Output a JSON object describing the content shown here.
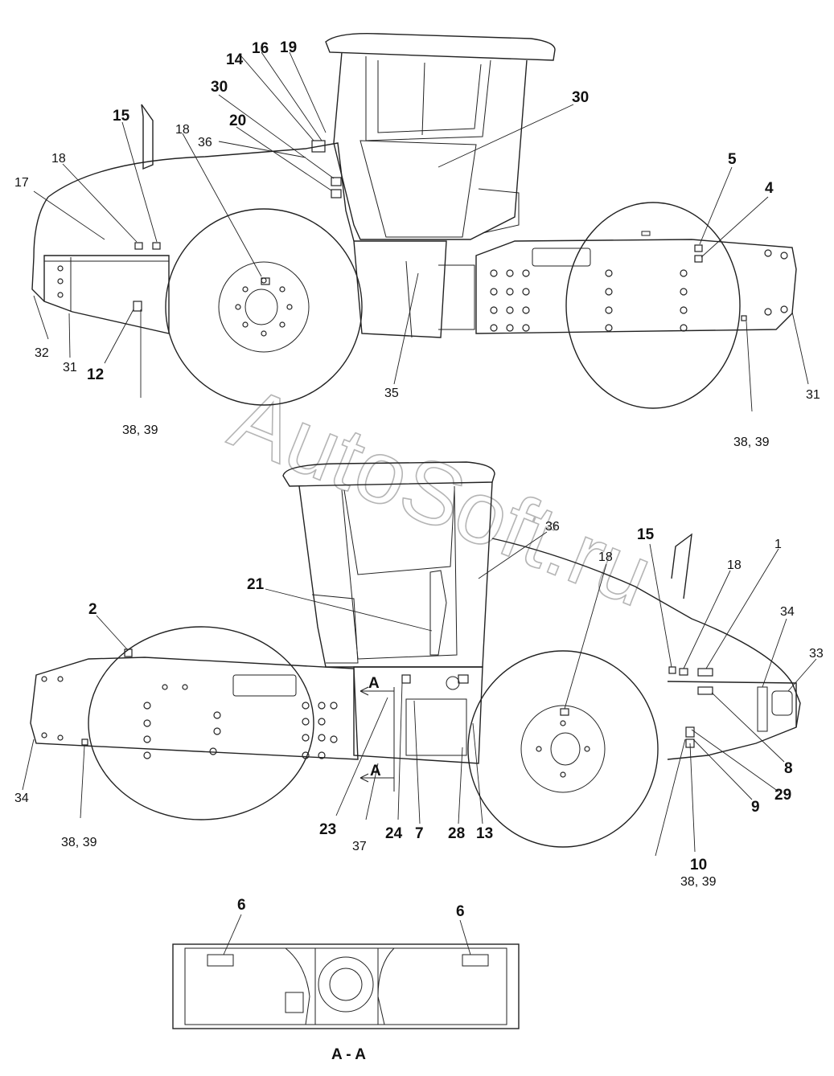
{
  "watermark": "AutoSoft.ru",
  "section_label": "A - A",
  "section_marker": "A",
  "top_view": {
    "bold": [
      "15",
      "18",
      "14",
      "16",
      "19",
      "30",
      "20",
      "30",
      "5",
      "4",
      "12"
    ],
    "normal": [
      "17",
      "36",
      "18",
      "32",
      "31",
      "35",
      "31",
      "38, 39",
      "38, 39"
    ]
  },
  "bottom_view": {
    "bold": [
      "2",
      "21",
      "15",
      "18",
      "23",
      "24",
      "7",
      "28",
      "13",
      "8",
      "29",
      "9",
      "10"
    ],
    "normal": [
      "36",
      "1",
      "34",
      "33",
      "34",
      "37",
      "38, 39",
      "38, 39"
    ]
  },
  "section_view": {
    "bold": [
      "6",
      "6"
    ]
  }
}
